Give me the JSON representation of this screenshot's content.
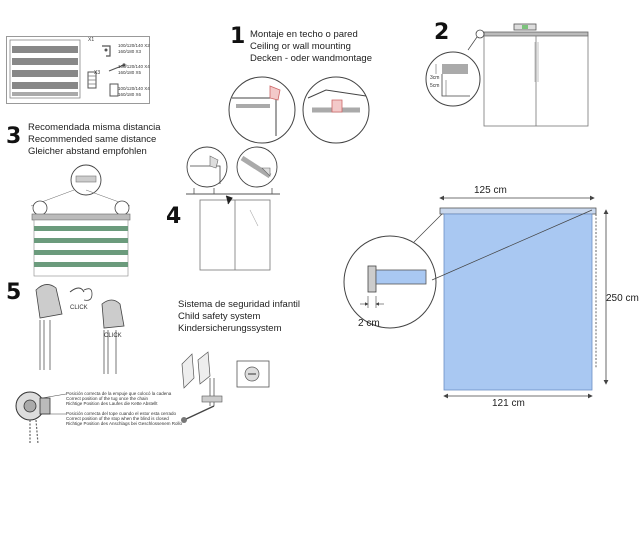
{
  "steps": {
    "s1": {
      "num": "1",
      "line1": "Montaje en techo o pared",
      "line2": "Ceiling or wall mounting",
      "line3": "Decken - oder wandmontage"
    },
    "s2": {
      "num": "2"
    },
    "s3": {
      "num": "3",
      "line1": "Recomendada misma distancia",
      "line2": "Recommended same distance",
      "line3": "Gleicher abstand empfohlen"
    },
    "s4": {
      "num": "4"
    },
    "s5": {
      "num": "5",
      "click_left": "CLICK",
      "click_right": "CLICK"
    }
  },
  "parts": {
    "x1": "X1",
    "x3": "X3",
    "qty_a1": "100/120/140 X2",
    "qty_a2": "160/180 X3",
    "qty_b1": "100/120/140 X4",
    "qty_b2": "160/180 X5",
    "qty_c1": "100/120/140 X4",
    "qty_c2": "160/180 X6"
  },
  "step2_labels": {
    "a": "3cm",
    "b": "5cm"
  },
  "child_safety": {
    "line1": "Sistema de seguridad infantil",
    "line2": "Child safety system",
    "line3": "Kindersicherungssystem"
  },
  "chain_notes": {
    "n1a": "Posición correcta de la empuje que colocó la cadena",
    "n1b": "Correct position of the tug once the chain",
    "n1c": "Richtige Position des Laufes die Kette Abstellt",
    "n2a": "Posición correcta del tope cuando el estor esta cerrado",
    "n2b": "Correct position of the stop when the blind is closed",
    "n2c": "Richtige Position des Anschlags bei Geschlossenem Rollo"
  },
  "dimensions": {
    "top": "125 cm",
    "right": "250 cm",
    "bottom": "121 cm",
    "bracket_offset": "2 cm"
  },
  "colors": {
    "blind_fill": "#a9c8f2",
    "blind_stroke": "#6c8fc4",
    "line": "#444444"
  }
}
